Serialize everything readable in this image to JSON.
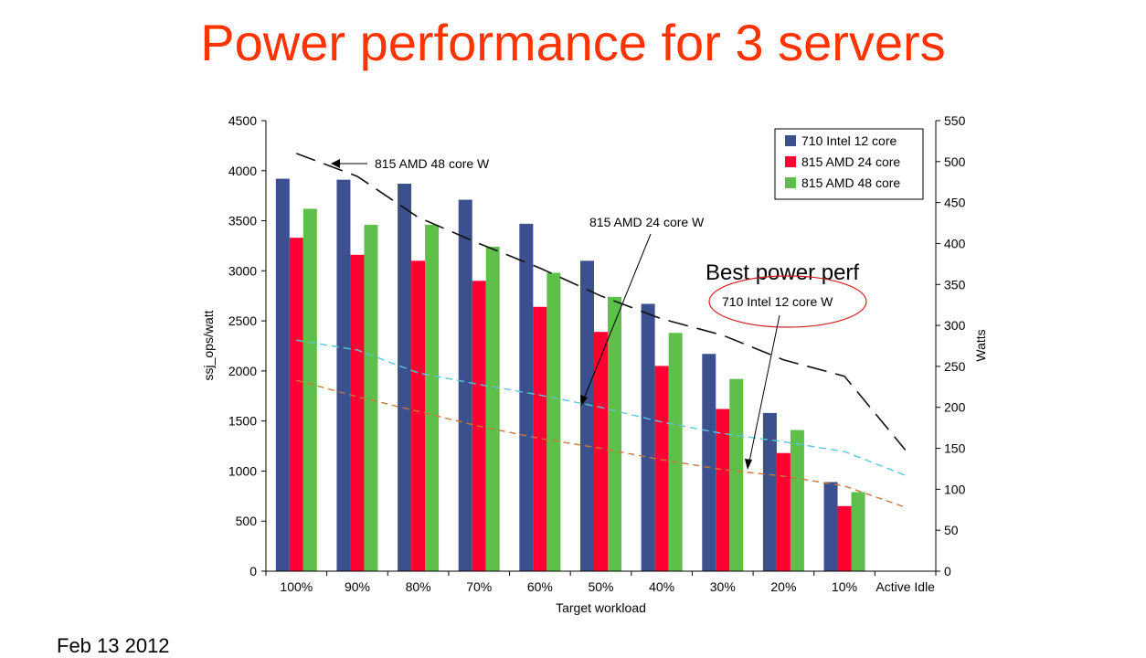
{
  "slide": {
    "title": "Power performance for 3 servers",
    "footer_date": "Feb 13 2012"
  },
  "chart_data": {
    "type": "bar",
    "title": "",
    "xlabel": "Target workload",
    "ylabel": "ssj_ops/watt",
    "y2label": "Watts",
    "categories": [
      "100%",
      "90%",
      "80%",
      "70%",
      "60%",
      "50%",
      "40%",
      "30%",
      "20%",
      "10%",
      "Active Idle"
    ],
    "ylim": [
      0,
      4500
    ],
    "y2lim": [
      0,
      550
    ],
    "yticks": [
      0,
      500,
      1000,
      1500,
      2000,
      2500,
      3000,
      3500,
      4000,
      4500
    ],
    "y2ticks": [
      0,
      50,
      100,
      150,
      200,
      250,
      300,
      350,
      400,
      450,
      500,
      550
    ],
    "grid": false,
    "legend_position": "top-right",
    "series": [
      {
        "name": "710 Intel 12 core",
        "color": "#3c4f8e",
        "values": [
          3920,
          3910,
          3870,
          3710,
          3470,
          3100,
          2670,
          2170,
          1580,
          890,
          null
        ]
      },
      {
        "name": "815 AMD 24 core",
        "color": "#ff0033",
        "values": [
          3330,
          3160,
          3100,
          2900,
          2640,
          2390,
          2050,
          1620,
          1180,
          650,
          null
        ]
      },
      {
        "name": "815 AMD 48 core",
        "color": "#5fbf4b",
        "values": [
          3620,
          3460,
          3460,
          3240,
          2980,
          2740,
          2380,
          1920,
          1410,
          790,
          null
        ]
      }
    ],
    "power_lines": [
      {
        "color": "#111111",
        "axis": "right",
        "values": [
          510,
          482,
          432,
          400,
          370,
          336,
          308,
          288,
          258,
          238,
          148
        ]
      },
      {
        "color": "#5bc8d8",
        "axis": "right",
        "values": [
          282,
          270,
          242,
          228,
          215,
          200,
          182,
          168,
          158,
          146,
          117
        ]
      },
      {
        "color": "#c8783c",
        "axis": "right",
        "values": [
          233,
          213,
          195,
          177,
          162,
          150,
          136,
          124,
          116,
          104,
          78
        ]
      }
    ],
    "annotations": [
      {
        "text": "815 AMD 48 core W"
      },
      {
        "text": "815 AMD 24 core W"
      },
      {
        "text": "710 Intel 12 core W"
      },
      {
        "text": "Best power perf"
      }
    ]
  }
}
